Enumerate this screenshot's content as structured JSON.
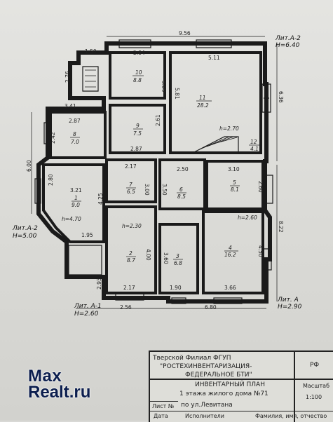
{
  "plan": {
    "total_width": "9.56",
    "liters": {
      "a2_top": {
        "name": "Лит.А-2",
        "height": "H=6.40"
      },
      "a2_left": {
        "name": "Лит.А-2",
        "height": "H=5.00"
      },
      "a1": {
        "name": "Лит. А-1",
        "height": "H=2.60"
      },
      "a": {
        "name": "Лит. А",
        "height": "H=2.90"
      }
    },
    "rooms": [
      {
        "num": "10",
        "area": "8.8"
      },
      {
        "num": "11",
        "area": "28.2"
      },
      {
        "num": "9",
        "area": "7.5"
      },
      {
        "num": "8",
        "area": "7.0"
      },
      {
        "num": "12",
        "area": "4.1"
      },
      {
        "num": "7",
        "area": "6.5"
      },
      {
        "num": "6",
        "area": "8.5"
      },
      {
        "num": "5",
        "area": "8.1"
      },
      {
        "num": "1",
        "area": "9.0"
      },
      {
        "num": "2",
        "area": "8.7"
      },
      {
        "num": "3",
        "area": "6.8"
      },
      {
        "num": "4",
        "area": "16.2"
      }
    ],
    "heights": {
      "h270": "h=2.70",
      "h470": "h=4.70",
      "h230": "h=2.30",
      "h260": "h=2.60"
    },
    "dims": {
      "d150": "1.50",
      "d284": "2.84",
      "d511": "5.11",
      "d276": "2.76",
      "d309": "3.09",
      "d581": "5.81",
      "d636": "6.36",
      "d341": "3.41",
      "d287a": "2.87",
      "d261": "2.61",
      "d242": "2.42",
      "d287b": "2.87",
      "d600": "6.00",
      "d217a": "2.17",
      "d250": "2.50",
      "d310": "3.10",
      "d280": "2.80",
      "d321": "3.21",
      "d300": "3.00",
      "d350": "3.50",
      "d260": "2.60",
      "d425": "4.25",
      "d822": "8.22",
      "d195": "1.95",
      "d400": "4.00",
      "d360": "3.60",
      "d450": "4.50",
      "d293": "2.93",
      "d217b": "2.17",
      "d190": "1.90",
      "d366": "3.66",
      "d256": "2.56",
      "d680": "6.80"
    }
  },
  "title_block": {
    "org_line1": "Тверской  Филиал ФГУП",
    "org_line2": "\"РОСТЕХИНВЕНТАРИЗАЦИЯ-",
    "org_line3": "ФЕДЕРАЛЬНОЕ БТИ\"",
    "rf": "РФ",
    "doc_title": "ИНВЕНТАРНЫЙ ПЛАН",
    "doc_subtitle": "1 этажа жилого дома №71",
    "address": "по ул.Левитана",
    "scale_label": "Масштаб",
    "scale_value": "1:100",
    "sheet_label": "Лист №",
    "date_label": "Дата",
    "executors_label": "Исполнители",
    "fio_label": "Фамилия, имя, отчество"
  },
  "watermark": {
    "line1": "Max",
    "line2": "Realt.ru"
  }
}
